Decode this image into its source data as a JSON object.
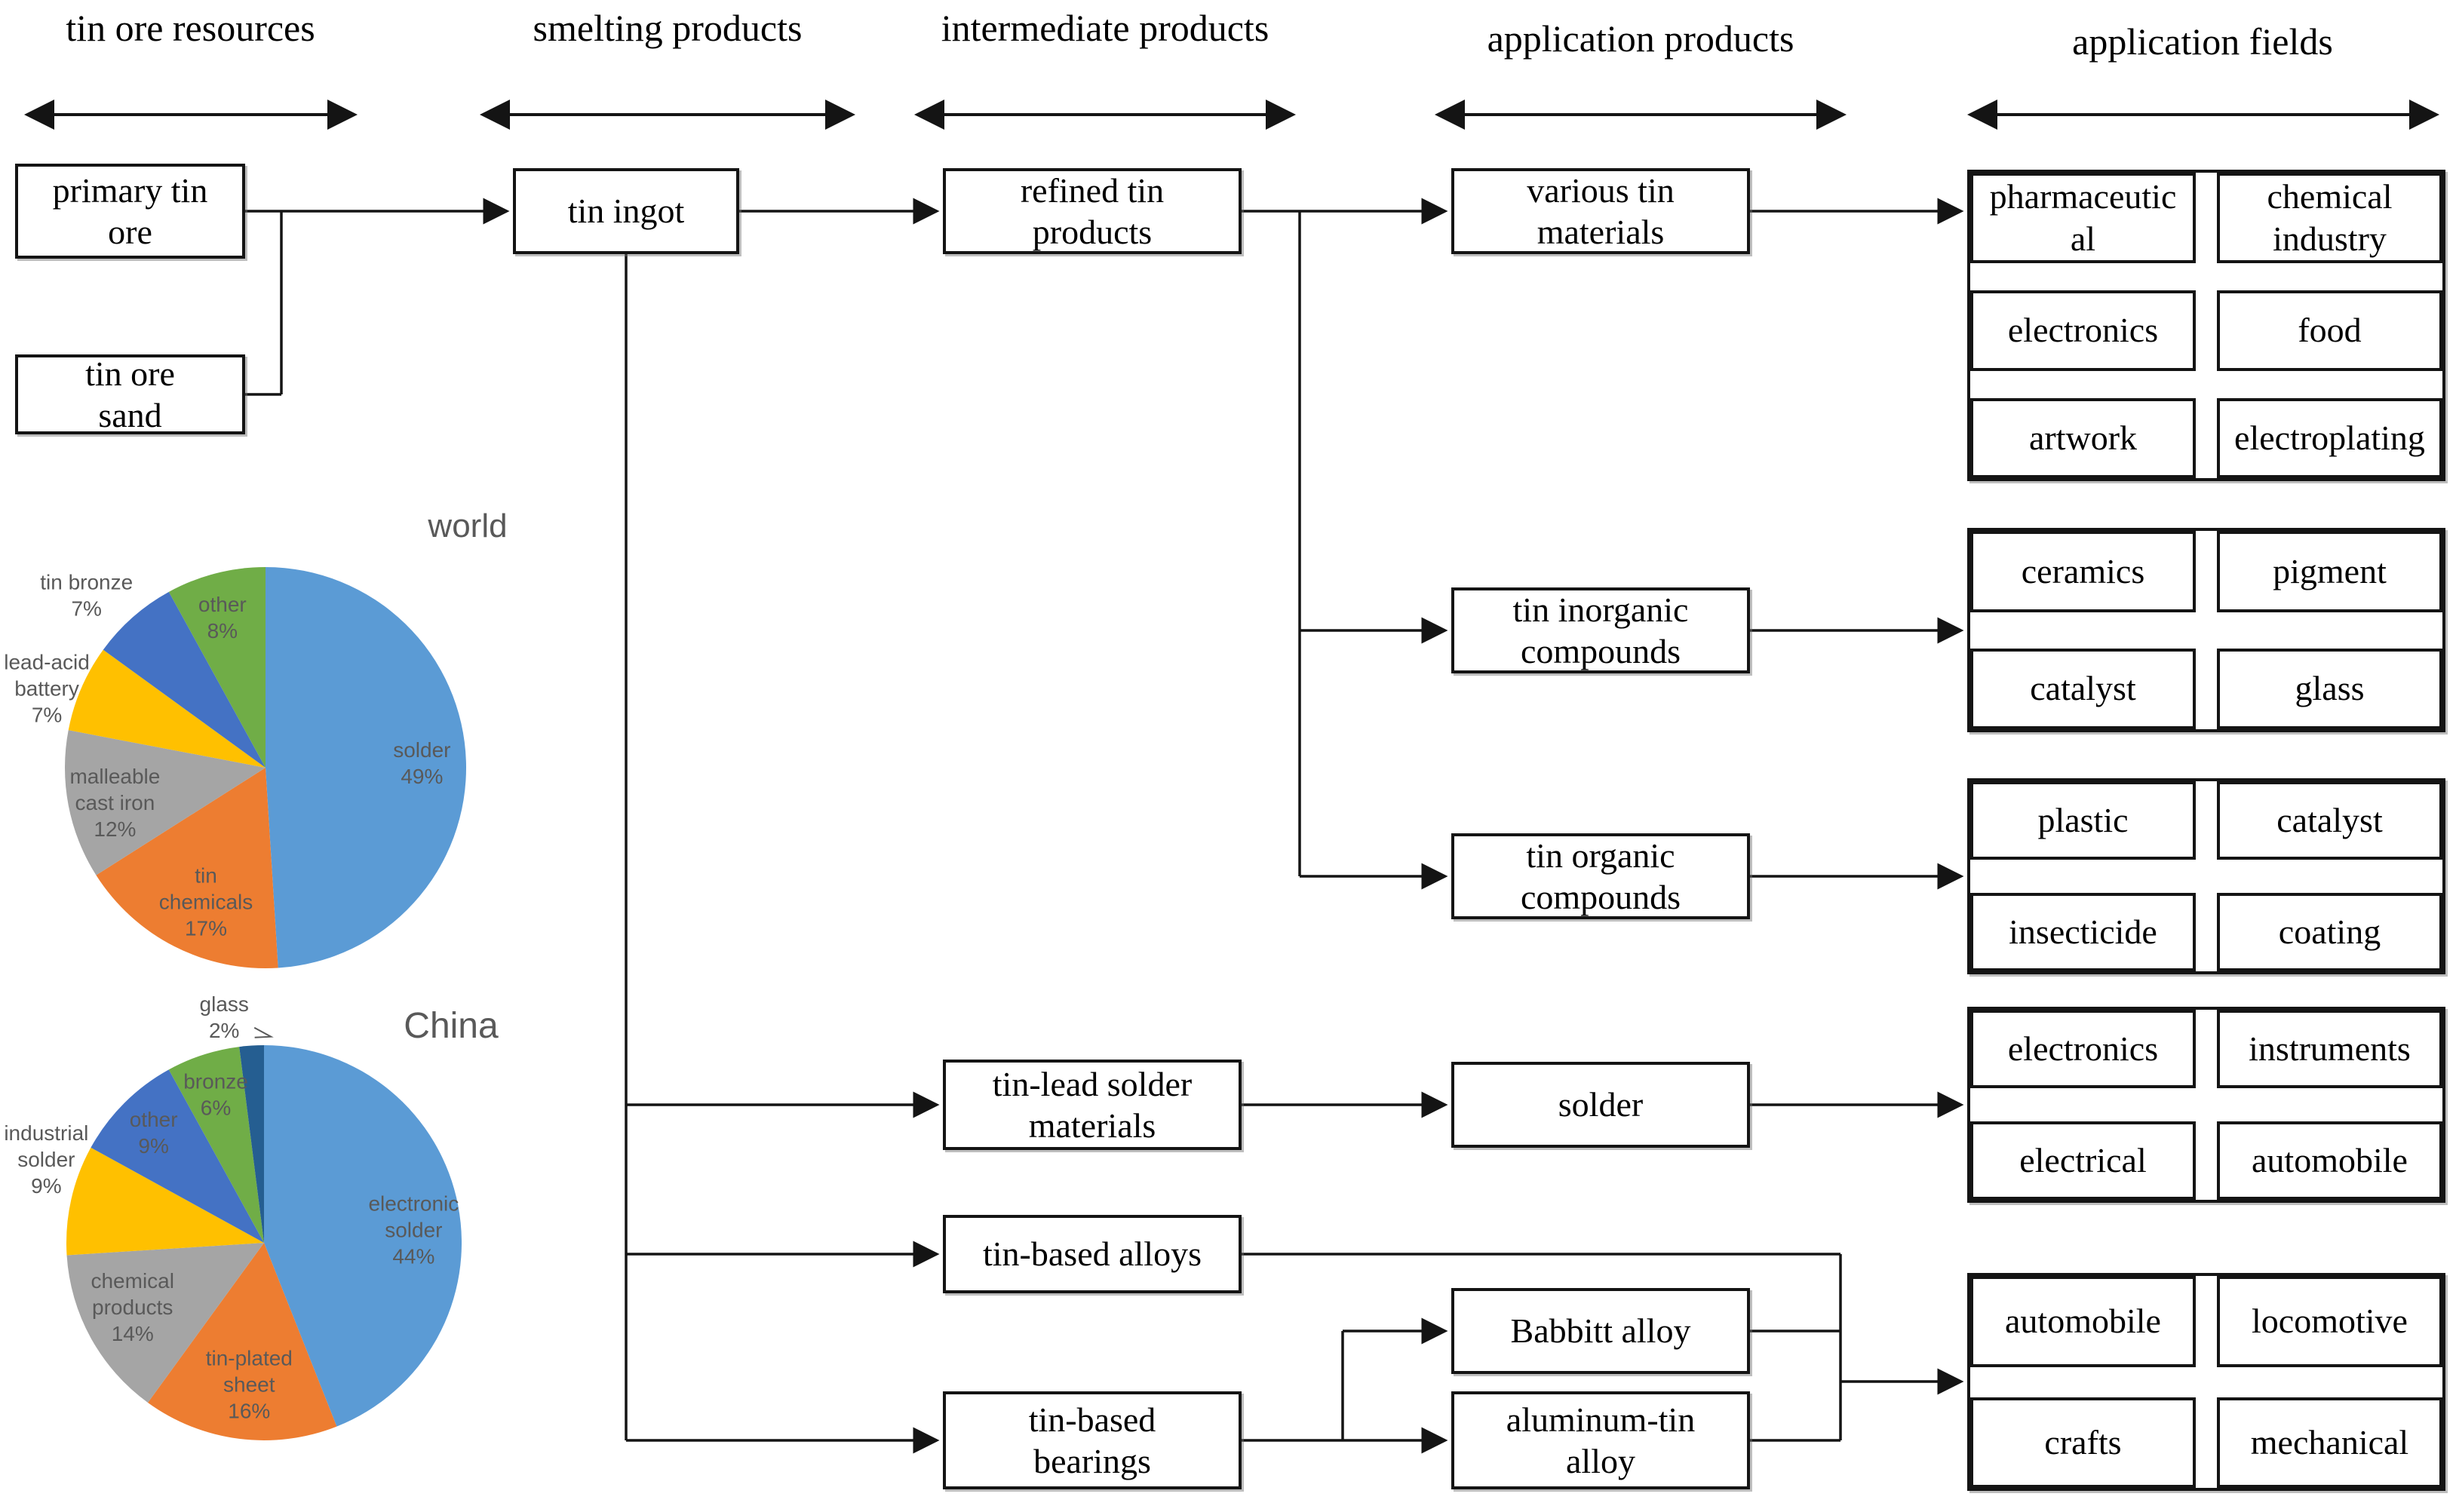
{
  "headers": [
    {
      "label": "tin ore resources"
    },
    {
      "label": "smelting products"
    },
    {
      "label": "intermediate products"
    },
    {
      "label": "application products"
    },
    {
      "label": "application fields"
    }
  ],
  "flow_boxes": {
    "primary_tin_ore": {
      "label": "primary tin ore"
    },
    "tin_ore_sand": {
      "label": "tin ore sand"
    },
    "tin_ingot": {
      "label": "tin ingot"
    },
    "refined_tin_products": {
      "label": "refined tin products"
    },
    "various_tin_materials": {
      "label": "various tin materials"
    },
    "tin_inorganic_compounds": {
      "label": "tin inorganic compounds"
    },
    "tin_organic_compounds": {
      "label": "tin organic compounds"
    },
    "tin_lead_solder_materials": {
      "label": "tin-lead solder materials"
    },
    "solder": {
      "label": "solder"
    },
    "tin_based_alloys": {
      "label": "tin-based alloys"
    },
    "babbitt_alloy": {
      "label": "Babbitt alloy"
    },
    "tin_based_bearings": {
      "label": "tin-based bearings"
    },
    "aluminum_tin_alloy": {
      "label": "aluminum-tin alloy"
    }
  },
  "field_groups": [
    {
      "id": "various-tin-materials-fields",
      "cells": [
        "pharmaceutical",
        "chemical industry",
        "electronics",
        "food",
        "artwork",
        "electroplating"
      ]
    },
    {
      "id": "tin-inorganic-fields",
      "cells": [
        "ceramics",
        "pigment",
        "catalyst",
        "glass"
      ]
    },
    {
      "id": "tin-organic-fields",
      "cells": [
        "plastic",
        "catalyst",
        "insecticide",
        "coating"
      ]
    },
    {
      "id": "solder-fields",
      "cells": [
        "electronics",
        "instruments",
        "electrical",
        "automobile"
      ]
    },
    {
      "id": "alloy-fields",
      "cells": [
        "automobile",
        "locomotive",
        "crafts",
        "mechanical"
      ]
    }
  ],
  "chart_data": [
    {
      "type": "pie",
      "title": "world",
      "unit": "percent",
      "direction": "clockwise",
      "start_angle_deg": 0,
      "legend": "none",
      "slices": [
        {
          "label": "solder",
          "value": 49,
          "color": "#5B9BD5",
          "label_lines": [
            "solder"
          ],
          "label_pos": "inside",
          "lr": 0.78
        },
        {
          "label": "tin chemicals",
          "value": 17,
          "color": "#ED7D31",
          "label_lines": [
            "tin",
            "chemicals"
          ],
          "label_pos": "inside",
          "lr": 0.73,
          "ang": 204
        },
        {
          "label": "malleable cast iron",
          "value": 12,
          "color": "#A5A5A5",
          "label_lines": [
            "malleable",
            "cast iron"
          ],
          "label_pos": "inside",
          "lr": 0.77,
          "ang": 257
        },
        {
          "label": "lead-acid battery",
          "value": 7,
          "color": "#FFC000",
          "label_lines": [
            "lead-acid",
            "battery"
          ],
          "label_pos": "outside",
          "lr": 1.16,
          "ang": 290
        },
        {
          "label": "tin bronze",
          "value": 7,
          "color": "#4472C4",
          "label_lines": [
            "tin bronze"
          ],
          "label_pos": "outside",
          "lr": 1.24,
          "ang": 314
        },
        {
          "label": "other",
          "value": 8,
          "color": "#70AD47",
          "label_lines": [
            "other"
          ],
          "label_pos": "inside",
          "lr": 0.78,
          "ang": 344
        }
      ]
    },
    {
      "type": "pie",
      "title": "China",
      "unit": "percent",
      "direction": "clockwise",
      "start_angle_deg": 0,
      "legend": "none",
      "slices": [
        {
          "label": "electronic solder",
          "value": 44,
          "color": "#5B9BD5",
          "label_lines": [
            "electronic",
            "solder"
          ],
          "label_pos": "inside",
          "lr": 0.76,
          "ang": 85
        },
        {
          "label": "tin-plated sheet",
          "value": 16,
          "color": "#ED7D31",
          "label_lines": [
            "tin-plated",
            "sheet"
          ],
          "label_pos": "inside",
          "lr": 0.72,
          "ang": 186
        },
        {
          "label": "chemical products",
          "value": 14,
          "color": "#A5A5A5",
          "label_lines": [
            "chemical",
            "products"
          ],
          "label_pos": "inside",
          "lr": 0.74,
          "ang": 244
        },
        {
          "label": "industrial solder",
          "value": 9,
          "color": "#FFC000",
          "label_lines": [
            "industrial",
            "solder"
          ],
          "label_pos": "outside",
          "lr": 1.18,
          "ang": 291
        },
        {
          "label": "other",
          "value": 9,
          "color": "#4472C4",
          "label_lines": [
            "other"
          ],
          "label_pos": "inside",
          "lr": 0.79,
          "ang": 315
        },
        {
          "label": "bronze",
          "value": 6,
          "color": "#70AD47",
          "label_lines": [
            "bronze"
          ],
          "label_pos": "inside",
          "lr": 0.79,
          "ang": 342
        },
        {
          "label": "glass",
          "value": 2,
          "color": "#255E91",
          "label_lines": [
            "glass"
          ],
          "label_pos": "outside",
          "lr": 1.16,
          "ang": 350,
          "leader": true
        }
      ]
    }
  ]
}
